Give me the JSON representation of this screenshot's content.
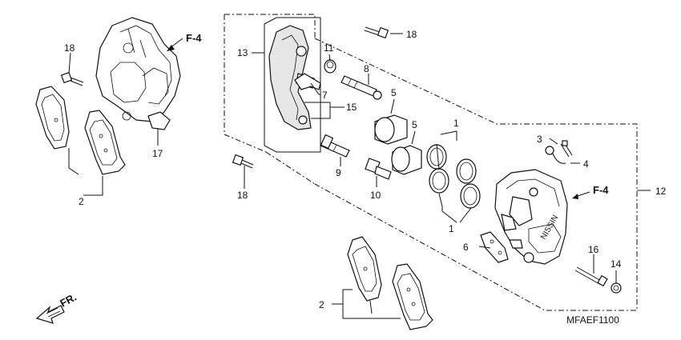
{
  "labels": {
    "n1a": "1",
    "n1b": "1",
    "n2a": "2",
    "n2b": "2",
    "n3": "3",
    "n4": "4",
    "n5a": "5",
    "n5b": "5",
    "n6": "6",
    "n7": "7",
    "n8": "8",
    "n9": "9",
    "n10": "10",
    "n11": "11",
    "n12": "12",
    "n13": "13",
    "n14": "14",
    "n15": "15",
    "n16": "16",
    "n17": "17",
    "n18a": "18",
    "n18b": "18",
    "n18c": "18"
  },
  "refs": {
    "f4_top": "F-4",
    "f4_right": "F-4"
  },
  "direction": "FR.",
  "diagram_code": "MFAEF1100"
}
